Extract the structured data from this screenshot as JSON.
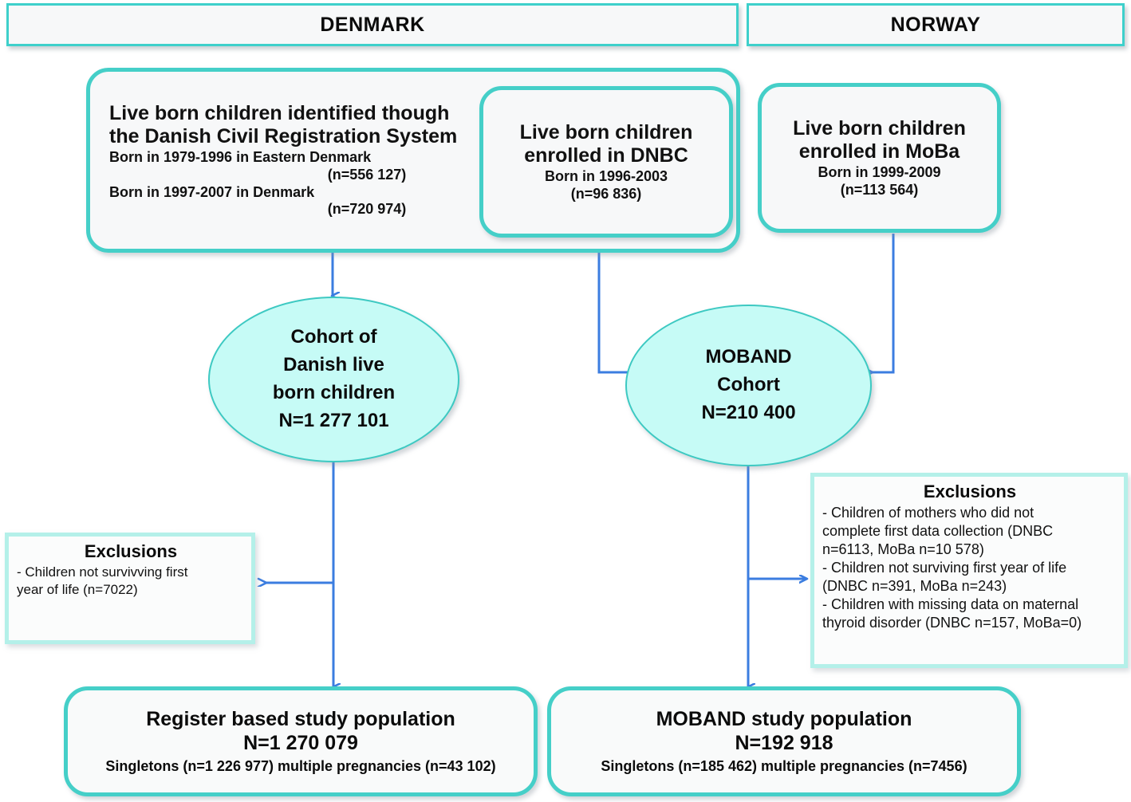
{
  "headers": {
    "denmark": "DENMARK",
    "norway": "NORWAY"
  },
  "colors": {
    "teal_border": "#45cfc8",
    "ellipse_fill": "#c6fbf6",
    "arrow": "#3b7de0",
    "exclusion_border": "#b4f0e9",
    "box_fill": "#f7f8f9"
  },
  "sources": {
    "danish_registry": {
      "title_line1": "Live born children identified though",
      "title_line2": "the Danish Civil Registration System",
      "sub_line1": "Born in 1979-1996 in Eastern Denmark",
      "sub_line2": "(n=556 127)",
      "sub_line3": "Born in 1997-2007 in Denmark",
      "sub_line4": "(n=720 974)"
    },
    "dnbc": {
      "title_line1": "Live born children",
      "title_line2": "enrolled in DNBC",
      "sub_line1": "Born in 1996-2003",
      "sub_line2": "(n=96 836)"
    },
    "moba": {
      "title_line1": "Live born children",
      "title_line2": "enrolled in MoBa",
      "sub_line1": "Born in 1999-2009",
      "sub_line2": "(n=113 564)"
    }
  },
  "cohorts": {
    "danish": {
      "line1": "Cohort of",
      "line2": "Danish live",
      "line3": "born children",
      "line4": "N=1 277 101"
    },
    "moband": {
      "line1": "MOBAND",
      "line2": "Cohort",
      "line3": "N=210 400"
    }
  },
  "exclusions": {
    "left": {
      "title": "Exclusions",
      "lines": [
        "- Children not survivving first",
        "year of life (n=7022)"
      ]
    },
    "right": {
      "title": "Exclusions",
      "lines": [
        "- Children of mothers who did not",
        "complete first data collection (DNBC",
        "n=6113, MoBa n=10 578)",
        "- Children not surviving first year of life",
        "(DNBC n=391, MoBa n=243)",
        "- Children with missing data on maternal",
        "thyroid disorder (DNBC n=157, MoBa=0)"
      ]
    }
  },
  "results": {
    "register": {
      "title": "Register based study population",
      "total": "N=1 270 079",
      "detail": "Singletons (n=1 226 977) multiple pregnancies (n=43 102)"
    },
    "moband": {
      "title": "MOBAND study population",
      "total": "N=192 918",
      "detail": "Singletons (n=185 462) multiple pregnancies (n=7456)"
    }
  }
}
